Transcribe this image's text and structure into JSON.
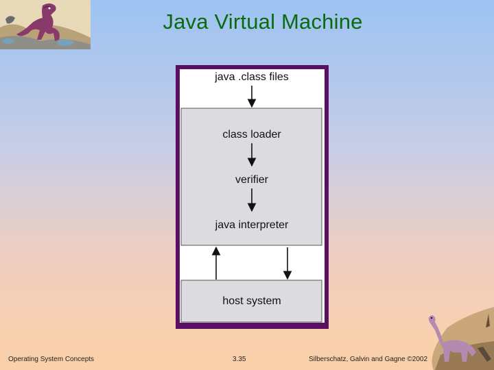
{
  "slide": {
    "title": "Java Virtual Machine"
  },
  "diagram": {
    "top_label": "java .class files",
    "jvm_steps": [
      "class loader",
      "verifier",
      "java interpreter"
    ],
    "bottom_box": "host system",
    "colors": {
      "border": "#5a0f63",
      "box_fill": "#dcdbe0",
      "inner_fill": "#ffffff"
    }
  },
  "footer": {
    "left": "Operating System Concepts",
    "page": "3.35",
    "right": "Silberschatz, Galvin and Gagne ©2002"
  },
  "images": {
    "top_left": "dinosaur-illustration",
    "bottom_right": "dinosaur-illustration"
  }
}
